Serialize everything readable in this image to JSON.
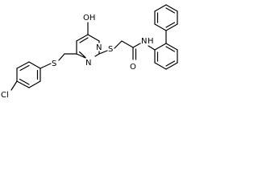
{
  "molecule": {
    "atom_labels": {
      "hydroxyl": "OH",
      "ring_n_upper": "N",
      "ring_n_lower": "N",
      "thioether_s": "S",
      "benzyl_s": "S",
      "carbonyl_o": "O",
      "amide_nh": "N",
      "amide_h": "H",
      "chlorine": "Cl"
    },
    "colors": {
      "ink": "#000000",
      "background": "#ffffff"
    }
  }
}
